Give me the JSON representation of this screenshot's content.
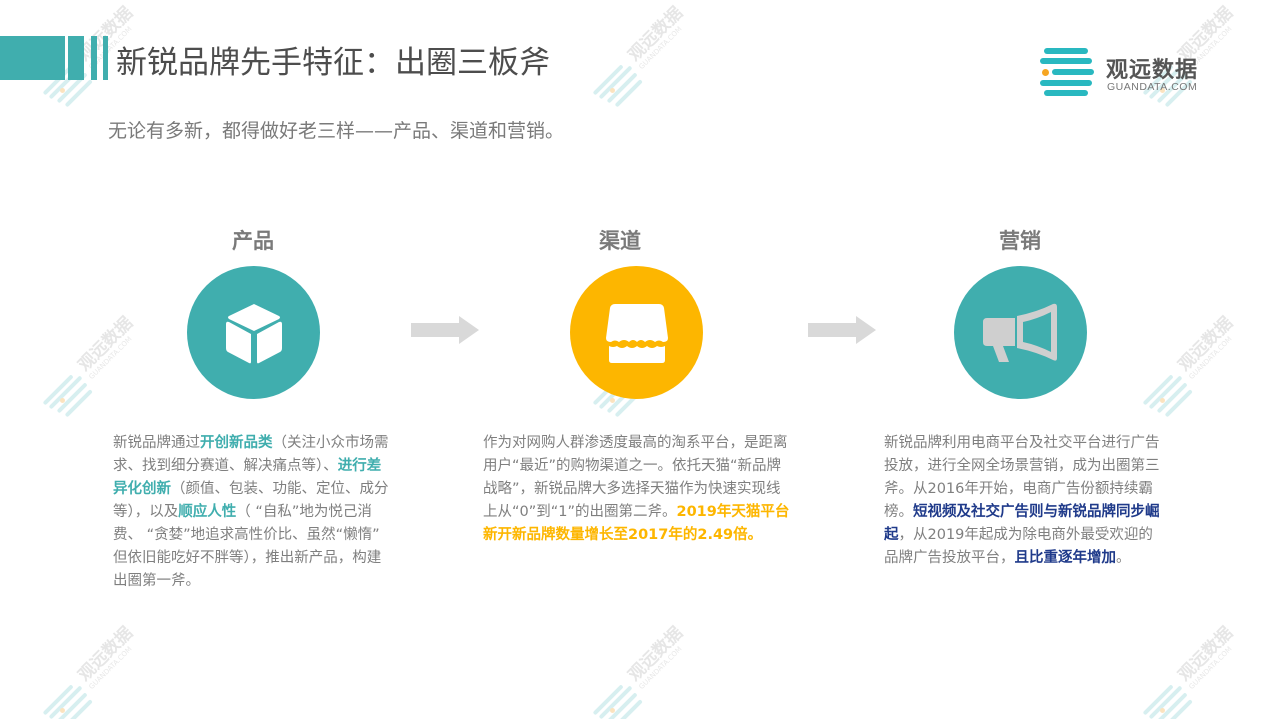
{
  "header": {
    "title": "新锐品牌先手特征：出圈三板斧",
    "subtitle": "无论有多新，都得做好老三样——产品、渠道和营销。"
  },
  "logo": {
    "name": "观远数据",
    "domain": "GUANDATA.COM"
  },
  "colors": {
    "teal": "#40aeae",
    "yellow": "#fdb600",
    "navy": "#1f3a8a",
    "arrow_gray": "#d9d9d9",
    "text_gray": "#7f7f7f"
  },
  "columns": [
    {
      "heading": "产品",
      "icon": "cube-icon",
      "segments": [
        {
          "text": "新锐品牌通过",
          "style": "normal"
        },
        {
          "text": "开创新品类",
          "style": "teal"
        },
        {
          "text": "（关注小众市场需 求、找到细分赛道、解决痛点等）、",
          "style": "normal"
        },
        {
          "text": "进行差 异化创新",
          "style": "teal"
        },
        {
          "text": "（颜值、包装、功能、定位、成分 等），以及",
          "style": "normal"
        },
        {
          "text": "顺应人性",
          "style": "teal"
        },
        {
          "text": "（ “自私”地为悦己消 费、 “贪婪”地追求高性价比、虽然“懒惰” 但依旧能吃好不胖等），推出新产品，构建 出圈第一斧。",
          "style": "normal"
        }
      ]
    },
    {
      "heading": "渠道",
      "icon": "storefront-icon",
      "segments": [
        {
          "text": "作为对网购人群渗透度最高的淘系平台，是距离用户“最近”的购物渠道之一。依托天猫“新品牌战略”，新锐品牌大多选择天猫作为快速实现线上从“0”到“1”的出圈第二斧。",
          "style": "normal"
        },
        {
          "text": "2019年天猫平台新开新品牌数量增长至2017年的2.49倍。",
          "style": "yellow"
        }
      ]
    },
    {
      "heading": "营销",
      "icon": "megaphone-icon",
      "segments": [
        {
          "text": "新锐品牌利用电商平台及社交平台进行广告 投放，进行全网全场景营销，成为出圈第三 斧。从2016年开始，电商广告份额持续霸　榜。",
          "style": "normal"
        },
        {
          "text": "短视频及社交广告则与新锐品牌同步崛　起",
          "style": "navy"
        },
        {
          "text": "，从2019年起成为除电商外最受欢迎的　品牌广告投放平台，",
          "style": "normal"
        },
        {
          "text": "且比重逐年增加",
          "style": "navy"
        },
        {
          "text": "。",
          "style": "normal"
        }
      ]
    }
  ],
  "arrows": [
    {
      "icon": "arrow-right-icon"
    },
    {
      "icon": "arrow-right-icon"
    }
  ],
  "watermark": {
    "text": "观远数据",
    "sub": "GUANDATA.COM"
  }
}
